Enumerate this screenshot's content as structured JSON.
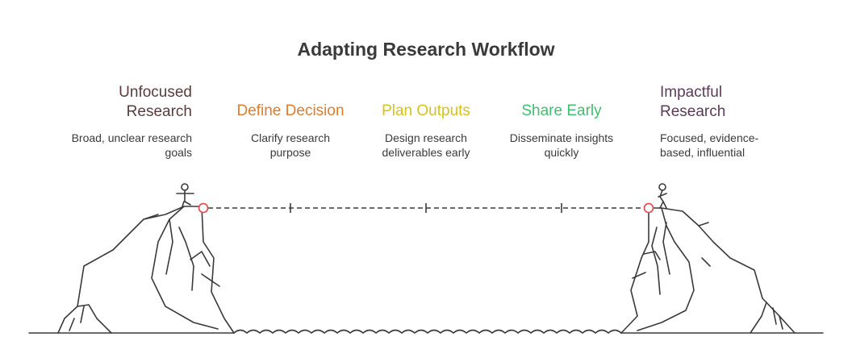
{
  "title": "Adapting Research Workflow",
  "start": {
    "title_line1": "Unfocused",
    "title_line2": "Research",
    "desc_line1": "Broad, unclear research",
    "desc_line2": "goals",
    "color": "#5b3c3c"
  },
  "steps": [
    {
      "title": "Define Decision",
      "desc_line1": "Clarify research",
      "desc_line2": "purpose",
      "color": "#e07b2a"
    },
    {
      "title": "Plan Outputs",
      "desc_line1": "Design research",
      "desc_line2": "deliverables early",
      "color": "#d6c21a"
    },
    {
      "title": "Share Early",
      "desc_line1": "Disseminate insights",
      "desc_line2": "quickly",
      "color": "#3fbf6f"
    }
  ],
  "end": {
    "title_line1": "Impactful",
    "title_line2": "Research",
    "desc_line1": "Focused, evidence-",
    "desc_line2": "based, influential",
    "color": "#5b3a5a"
  },
  "colors": {
    "line": "#3a3a3a",
    "marker": "#e05555"
  }
}
